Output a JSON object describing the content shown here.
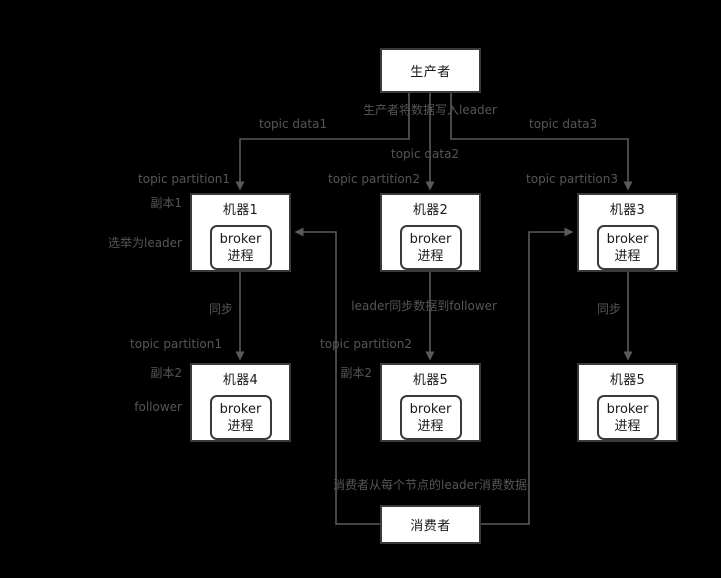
{
  "diagram": {
    "title_box": {
      "label": "生产者"
    },
    "consumer_box": {
      "label": "消费者"
    },
    "broker_line1": "broker",
    "broker_line2": "进程",
    "nodes": [
      {
        "name": "机器1"
      },
      {
        "name": "机器2"
      },
      {
        "name": "机器3"
      },
      {
        "name": "机器4"
      },
      {
        "name": "机器5"
      },
      {
        "name": "机器5"
      }
    ],
    "labels": {
      "producer_writes": "生产者将数据写入leader",
      "topic_data1": "topic data1",
      "topic_data2": "topic data2",
      "topic_data3": "topic data3",
      "topic_partition1_top": "topic partition1",
      "topic_partition2_top": "topic partition2",
      "topic_partition3_top": "topic partition3",
      "replica1": "副本1",
      "elected_leader": "选举为leader",
      "sync_left": "同步",
      "sync_right": "同步",
      "leader_sync_follower": "leader同步数据到follower",
      "topic_partition1_bottom": "topic partition1",
      "topic_partition2_bottom": "topic partition2",
      "replica2_left": "副本2",
      "replica2_mid": "副本2",
      "follower": "follower",
      "consumer_reads": "消费者从每个节点的leader消费数据"
    },
    "colors": {
      "background": "#000000",
      "box_fill": "#ffffff",
      "box_stroke": "#3a3a3a",
      "wire": "#5a5a5a",
      "label_text": "#565656",
      "box_text": "#1a1a1a"
    }
  }
}
